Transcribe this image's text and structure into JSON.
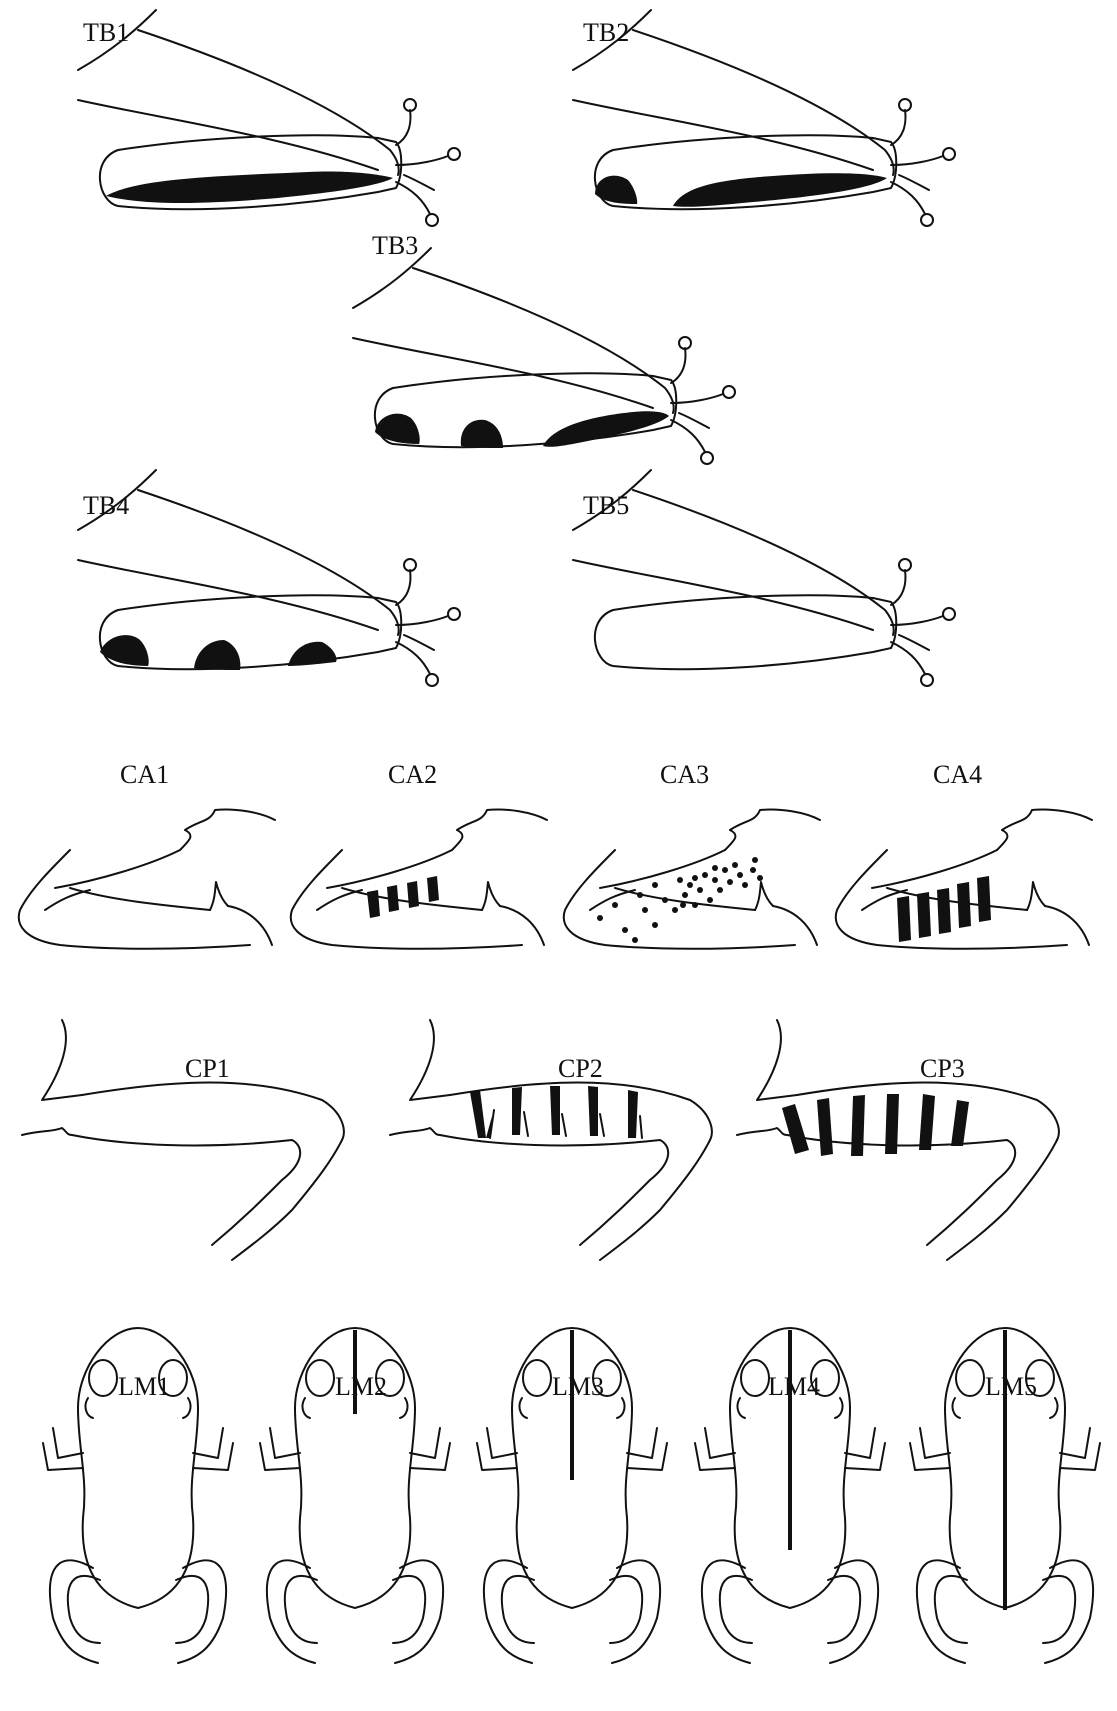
{
  "figure": {
    "tibia_row_labels": [
      "TB1",
      "TB2",
      "TB3",
      "TB4",
      "TB5"
    ],
    "anterior_arm_labels": [
      "CA1",
      "CA2",
      "CA3",
      "CA4"
    ],
    "posterior_thigh_labels": [
      "CP1",
      "CP2",
      "CP3"
    ],
    "mid_dorsal_line_labels": [
      "LM1",
      "LM2",
      "LM3",
      "LM4",
      "LM5"
    ]
  },
  "colors": {
    "ink": "#111111",
    "background": "#ffffff"
  }
}
